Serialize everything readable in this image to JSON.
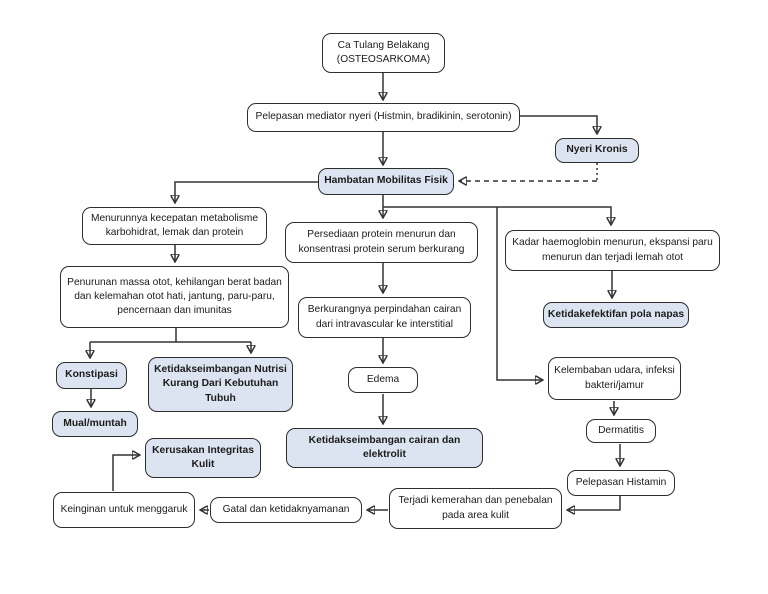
{
  "diagram": {
    "topic": "Pathway Ca Tulang Belakang (Osteosarkoma)",
    "nodes": {
      "ca_tulang_belakang": "Ca Tulang Belakang (OSTEOSARKOMA)",
      "pelepasan_mediator": "Pelepasan mediator nyeri (Histmin, bradikinin, serotonin)",
      "nyeri_kronis": "Nyeri Kronis",
      "hambatan_mobilitas": "Hambatan Mobilitas Fisik",
      "menurunnya_metabolisme": "Menurunnya kecepatan metabolisme karbohidrat, lemak dan protein",
      "persediaan_protein": "Persediaan protein menurun dan konsentrasi protein serum berkurang",
      "kadar_haemoglobin": "Kadar haemoglobin menurun, ekspansi paru menurun dan terjadi lemah otot",
      "penurunan_massa_otot": "Penurunan massa otot, kehilangan berat badan dan kelemahan otot hati, jantung, paru-paru, pencernaan dan imunitas",
      "berkurangnya_perpindahan": "Berkurangnya perpindahan cairan dari intravascular ke interstitial",
      "ketidakefektifan_pola_napas": "Ketidakefektifan pola napas",
      "konstipasi": "Konstipasi",
      "ketidakseimbangan_nutrisi": "Ketidakseimbangan Nutrisi Kurang Dari Kebutuhan Tubuh",
      "kelembaban_udara": "Kelembaban udara, infeksi bakteri/jamur",
      "edema": "Edema",
      "mual_muntah": "Mual/muntah",
      "dermatitis": "Dermatitis",
      "kerusakan_integritas": "Kerusakan Integritas Kulit",
      "ketidakseimbangan_cairan": "Ketidakseimbangan cairan dan elektrolit",
      "pelepasan_histamin": "Pelepasan Histamin",
      "keinginan_menggaruk": "Keinginan untuk menggaruk",
      "gatal": "Gatal dan ketidaknyamanan",
      "terjadi_kemerahan": "Terjadi kemerahan dan penebalan pada area kulit"
    },
    "colors": {
      "highlight_fill": "#dbe4f0",
      "box_border": "#2e2e2e",
      "arrow": "#333333"
    }
  }
}
